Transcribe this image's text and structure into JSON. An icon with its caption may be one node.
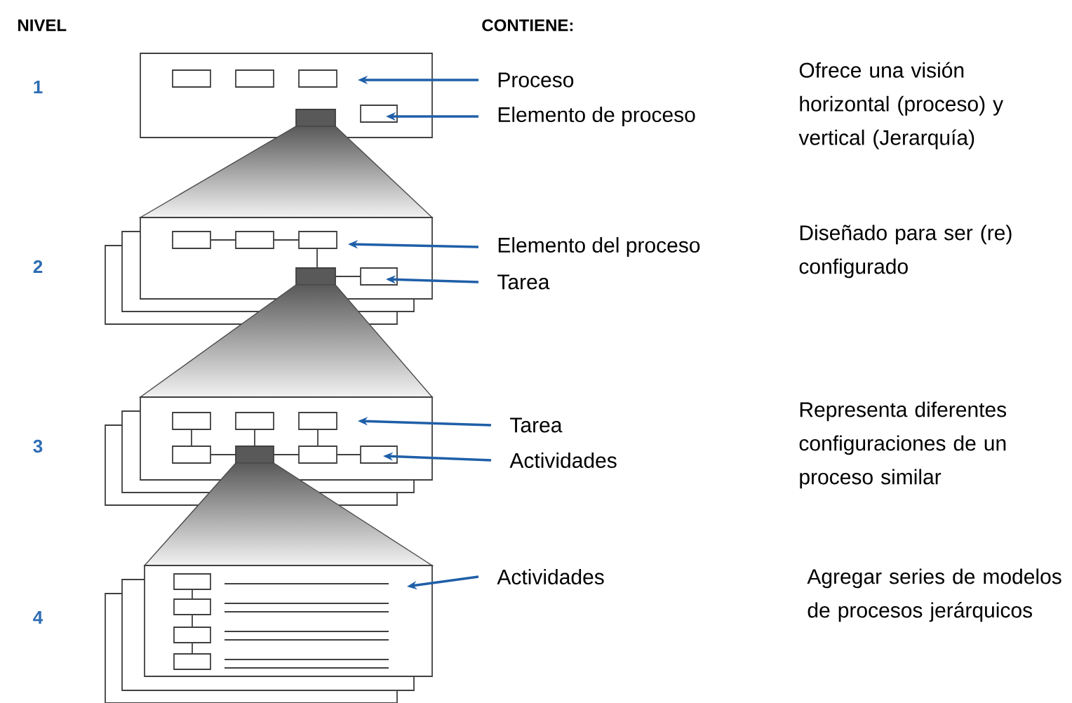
{
  "diagram": {
    "nodes": [
      {
        "text": [
          "Proceso"
        ]
      },
      {
        "text": [
          "Elemento de proceso"
        ]
      },
      {
        "text": [
          "Elemento del proceso"
        ]
      },
      {
        "text": [
          "Tarea"
        ]
      },
      {
        "text": [
          "Tarea"
        ]
      },
      {
        "text": [
          "Actividades"
        ]
      },
      {
        "text": [
          "Actividades"
        ]
      }
    ],
    "edges": [
      {
        "from": 0,
        "to": null,
        "arrow": "to"
      },
      {
        "from": 1,
        "to": null,
        "arrow": "to"
      },
      {
        "from": 2,
        "to": null,
        "arrow": "to"
      },
      {
        "from": 3,
        "to": null,
        "arrow": "to"
      },
      {
        "from": 4,
        "to": null,
        "arrow": "to"
      },
      {
        "from": 5,
        "to": null,
        "arrow": "to"
      },
      {
        "from": 6,
        "to": null,
        "arrow": "to"
      }
    ],
    "labels": [
      "NIVEL",
      "CONTIENE:",
      "1",
      "Ofrece una visión horizontal (proceso) y vertical (Jerarquía)",
      "2",
      "Diseñado para ser (re) configurado",
      "3",
      "Representa diferentes configuraciones de un proceso similar",
      "4",
      "Agregar series de modelos de procesos jerárquicos"
    ]
  }
}
